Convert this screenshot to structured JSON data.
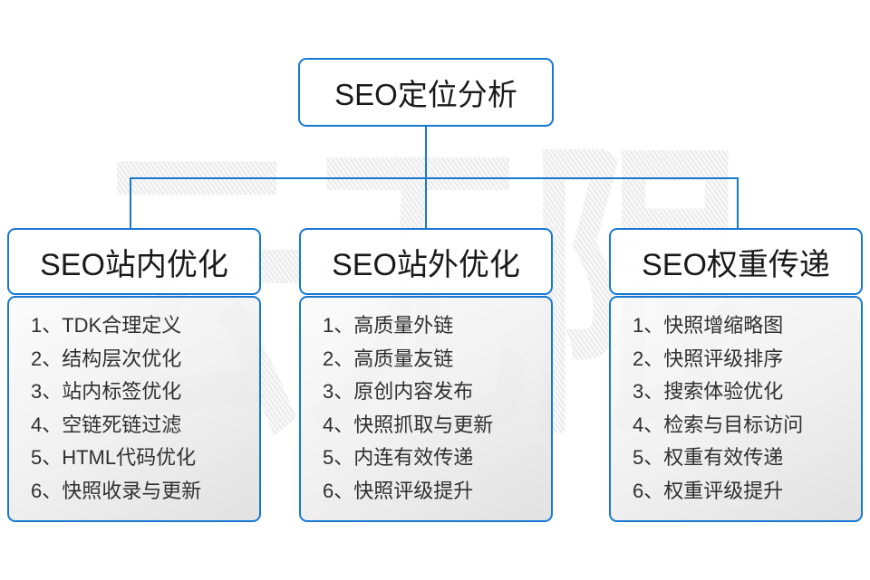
{
  "diagram": {
    "root": {
      "label": "SEO定位分析"
    },
    "watermark": {
      "text": "云无限"
    },
    "columns": [
      {
        "header": "SEO站内优化",
        "items": [
          "1、TDK合理定义",
          "2、结构层次优化",
          "3、站内标签优化",
          "4、空链死链过滤",
          "5、HTML代码优化",
          "6、快照收录与更新"
        ]
      },
      {
        "header": "SEO站外优化",
        "items": [
          "1、高质量外链",
          "2、高质量友链",
          "3、原创内容发布",
          "4、快照抓取与更新",
          "5、内连有效传递",
          "6、快照评级提升"
        ]
      },
      {
        "header": "SEO权重传递",
        "items": [
          "1、快照增缩略图",
          "2、快照评级排序",
          "3、搜索体验优化",
          "4、检索与目标访问",
          "5、权重有效传递",
          "6、权重评级提升"
        ]
      }
    ],
    "colors": {
      "connector_blue": "#1778d2",
      "box_border_blue": "#1778d2",
      "title_text": "#1a1a1a",
      "list_text": "#303030",
      "watermark_gray": "#ededed",
      "list_gradient_top": "#fafafa",
      "list_gradient_bottom": "#dedede"
    }
  }
}
